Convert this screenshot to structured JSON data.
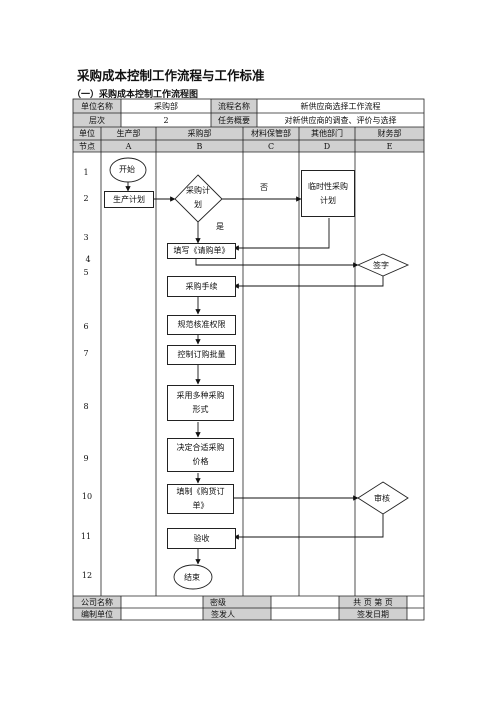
{
  "document": {
    "title": "采购成本控制工作流程与工作标准",
    "subtitle": "（一）采购成本控制工作流程图"
  },
  "header": {
    "unit_label": "单位名称",
    "unit_value": "采购部",
    "process_label": "流程名称",
    "process_value": "新供应商选择工作流程",
    "level_label": "层次",
    "level_value": "2",
    "task_label": "任务概要",
    "task_value": "对新供应商的调查、评价与选择"
  },
  "lanes": {
    "unit_col_label": "单位",
    "node_col_label": "节点",
    "names": [
      "生产部",
      "采购部",
      "材料保管部",
      "其他部门",
      "财务部"
    ],
    "letters": [
      "A",
      "B",
      "C",
      "D",
      "E"
    ]
  },
  "row_numbers": [
    "1",
    "2",
    "3",
    "4",
    "5",
    "6",
    "7",
    "8",
    "9",
    "10",
    "11",
    "12"
  ],
  "nodes": {
    "start": "开始",
    "production_plan": "生产计划",
    "purchase_plan": "采购计划",
    "temp_plan": "临时性采购计划",
    "fill_request": "填写《请购单》",
    "sign": "签字",
    "purchase_procedure": "采购手续",
    "approval_authority": "规范核准权限",
    "control_quantity": "控制订购批量",
    "multi_form": "采用多种采购形式",
    "decide_price": "决定合适采购价格",
    "fill_order": "填制《购货订单》",
    "audit": "审核",
    "acceptance": "验收",
    "end": "结束"
  },
  "branch_labels": {
    "no": "否",
    "yes": "是"
  },
  "footer": {
    "company_label": "公司名称",
    "secret_label": "密级",
    "pages_label": "共 页 第 页",
    "author_label": "编制单位",
    "issuer_label": "签发人",
    "date_label": "签发日期"
  }
}
